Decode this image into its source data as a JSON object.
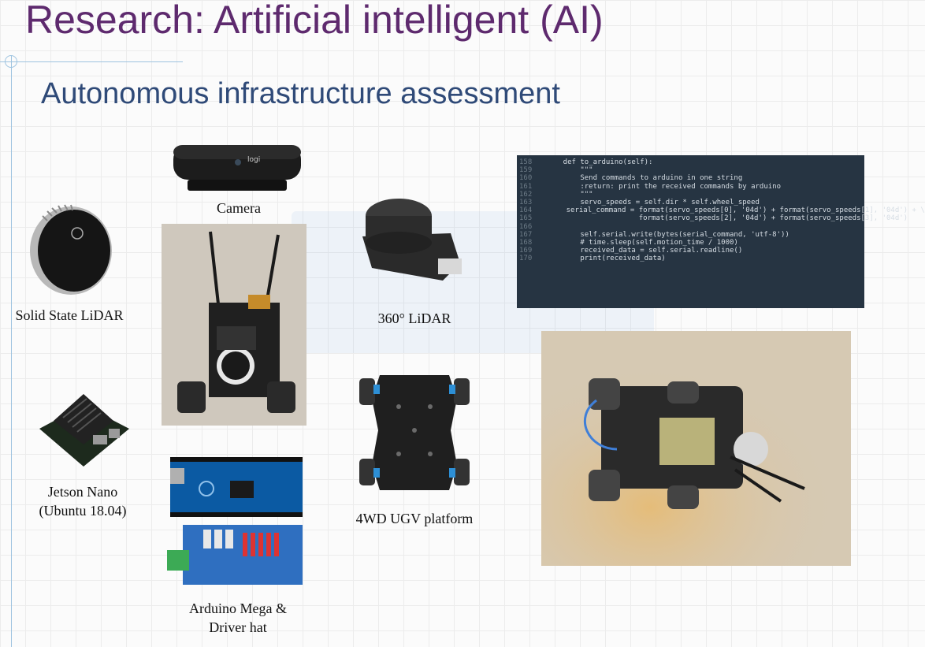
{
  "slide": {
    "title": "Research: Artificial intelligent (AI)",
    "subtitle": "Autonomous infrastructure assessment"
  },
  "captions": {
    "camera": "Camera",
    "solid_state_lidar": "Solid State LiDAR",
    "lidar_360": "360° LiDAR",
    "jetson_line1": "Jetson Nano",
    "jetson_line2": "(Ubuntu 18.04)",
    "ugv": "4WD UGV platform",
    "arduino_line1": "Arduino Mega &",
    "arduino_line2": "Driver hat"
  },
  "logos": {
    "camera_brand": "logi"
  },
  "code": {
    "lines": [
      {
        "n": "158",
        "t": "    def to_arduino(self):"
      },
      {
        "n": "159",
        "t": "        \"\"\""
      },
      {
        "n": "160",
        "t": "        Send commands to arduino in one string"
      },
      {
        "n": "161",
        "t": "        :return: print the received commands by arduino"
      },
      {
        "n": "162",
        "t": "        \"\"\""
      },
      {
        "n": "163",
        "t": "        servo_speeds = self.dir * self.wheel_speed"
      },
      {
        "n": "164",
        "t": "        serial_command = format(servo_speeds[0], '04d') + format(servo_speeds[1], '04d') + \\"
      },
      {
        "n": "165",
        "t": "                         format(servo_speeds[2], '04d') + format(servo_speeds[3], '04d')"
      },
      {
        "n": "166",
        "t": ""
      },
      {
        "n": "167",
        "t": "        self.serial.write(bytes(serial_command, 'utf-8'))"
      },
      {
        "n": "168",
        "t": "        # time.sleep(self.motion_time / 1000)"
      },
      {
        "n": "169",
        "t": "        received_data = self.serial.readline()"
      },
      {
        "n": "170",
        "t": "        print(received_data)"
      }
    ]
  },
  "colors": {
    "title": "#5e2a6e",
    "subtitle": "#2f4a78",
    "code_bg": "#263442",
    "accent_line": "#9fc4e0"
  }
}
